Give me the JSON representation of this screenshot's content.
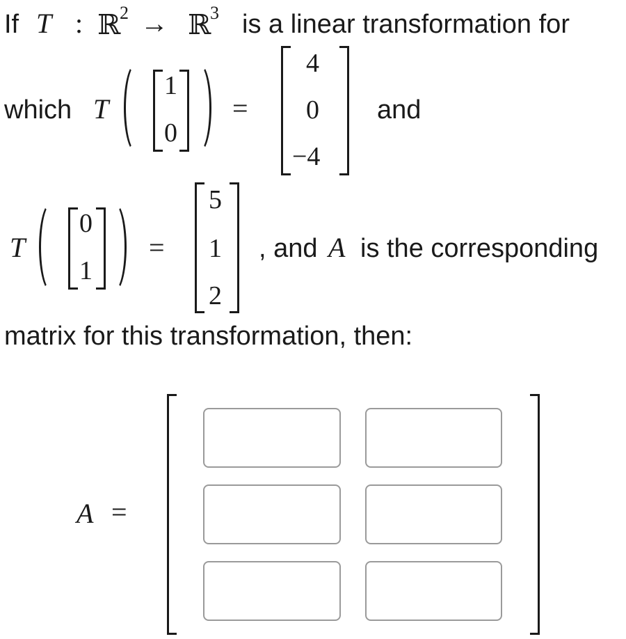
{
  "line1": {
    "prefix": "If",
    "T": "T",
    "colon": ":",
    "domain_set": "ℝ",
    "domain_exp": "2",
    "arrow": "→",
    "codomain_set": "ℝ",
    "codomain_exp": "3",
    "suffix": "is a linear transformation for"
  },
  "line2": {
    "prefix": "which",
    "T": "T",
    "input": [
      "1",
      "0"
    ],
    "equals": "=",
    "output": [
      "4",
      "0",
      "−4"
    ],
    "suffix": "and"
  },
  "line3": {
    "T": "T",
    "input": [
      "0",
      "1"
    ],
    "equals": "=",
    "output": [
      "5",
      "1",
      "2"
    ],
    "suffix_pre": ", and",
    "A": "A",
    "suffix_post": "is the corresponding"
  },
  "line4": {
    "text": "matrix for this transformation, then:"
  },
  "answer": {
    "A": "A",
    "equals": "=",
    "cells": [
      [
        "",
        ""
      ],
      [
        "",
        ""
      ],
      [
        "",
        ""
      ]
    ]
  }
}
